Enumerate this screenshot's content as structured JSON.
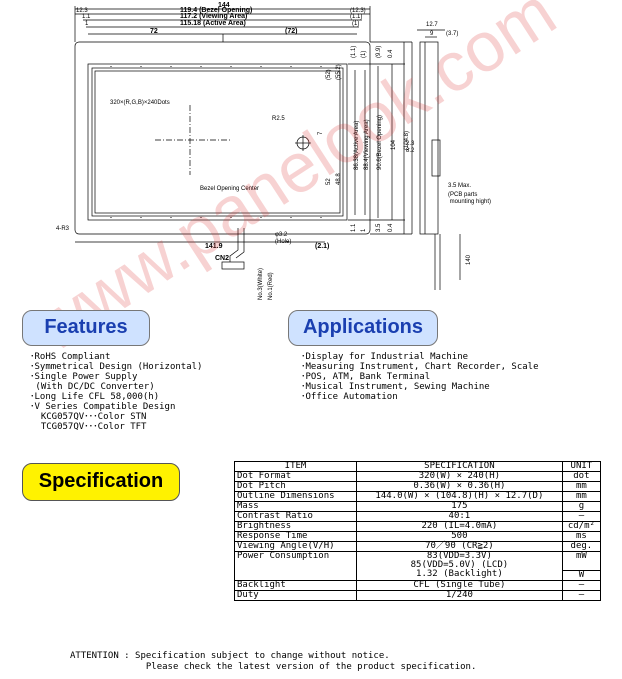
{
  "drawing": {
    "top_dims": {
      "overall": "144",
      "bezel": "119.4 (Bezel Opening)",
      "viewing": "117.2 (Viewing Area)",
      "active": "115.18 (Active Area)",
      "left_123": "12.3",
      "right_123": "(12.3)",
      "left_11": "1.1",
      "right_11": "(1.1)",
      "left_1": "1",
      "right_1": "(1)",
      "half_left": "72",
      "half_right": "(72)"
    },
    "right_dims": {
      "d11": "(1.1)",
      "d1": "(1)",
      "d99": "(9.9)",
      "d04": "0.4",
      "d104": "104",
      "d1048": "(104.8)",
      "d52": "(52)",
      "d552": "(55.2)",
      "active_v": "86.38(Active Area)",
      "viewing_v": "88.4(Viewing Area)",
      "bezel_v": "90.6(Bezel Opening)",
      "d7": "7",
      "d52b": "52",
      "d488": "48.8",
      "d11b": "1.1",
      "d1b": "1",
      "d35": "3.5",
      "d04b": "0.4"
    },
    "center_label": "320×(R,G,B)×240Dots",
    "bezel_center": "Bezel Opening Center",
    "r25": "R2.5",
    "hole": "φ3.2\n(Hole)",
    "corner": "4-R3",
    "bottom_dim": "141.9",
    "bottom_dim2": "(2.1)",
    "cn2": "CN2",
    "wire_white": "No.3(White)",
    "wire_red": "No.1(Red)",
    "side": {
      "d127": "12.7",
      "d9": "9",
      "d37": "(3.7)",
      "d23": "2.3",
      "d82": "8.2",
      "max": "3.5 Max.",
      "pcb": "(PCB parts\n mounting hight)",
      "d140": "140"
    }
  },
  "features": {
    "title": "Features",
    "items": [
      "･RoHS Compliant",
      "･Symmetrical Design (Horizontal)",
      "･Single Power Supply",
      " (With DC/DC Converter)",
      "･Long Life CFL 58,000(h)",
      "･V Series Compatible Design",
      "  KCG057QV･･･Color STN",
      "  TCG057QV･･･Color TFT"
    ]
  },
  "applications": {
    "title": "Applications",
    "items": [
      "･Display for Industrial Machine",
      "･Measuring Instrument, Chart Recorder, Scale",
      "･POS, ATM, Bank Terminal",
      "･Musical Instrument, Sewing Machine",
      "･Office Automation"
    ]
  },
  "specification": {
    "title": "Specification",
    "headers": [
      "ITEM",
      "SPECIFICATION",
      "UNIT"
    ],
    "rows": [
      [
        "Dot Format",
        "320(W) × 240(H)",
        "dot"
      ],
      [
        "Dot Pitch",
        "0.36(W) × 0.36(H)",
        "mm"
      ],
      [
        "Outline Dimensions",
        "144.0(W) × (104.8)(H) × 12.7(D)",
        "mm"
      ],
      [
        "Mass",
        "175",
        "g"
      ],
      [
        "Contrast Ratio",
        "40:1",
        "―"
      ],
      [
        "Brightness",
        "220  (IL=4.0mA)",
        "cd/m²"
      ],
      [
        "Response Time",
        "500",
        "ms"
      ],
      [
        "Viewing Angle(V/H)",
        "70／90 (CR≧2)",
        "deg."
      ],
      [
        "Power Consumption",
        "83(VDD=3.3V)",
        "mW"
      ],
      [
        "",
        "85(VDD=5.0V)    (LCD)",
        ""
      ],
      [
        "",
        "1.32 (Backlight)",
        "W"
      ],
      [
        "Backlight",
        "CFL (Single Tube)",
        "―"
      ],
      [
        "Duty",
        "1/240",
        "―"
      ]
    ]
  },
  "attention": "ATTENTION : Specification subject to change without notice.\n              Please check the latest version of the product specification.",
  "watermark": "www.panelook.com"
}
